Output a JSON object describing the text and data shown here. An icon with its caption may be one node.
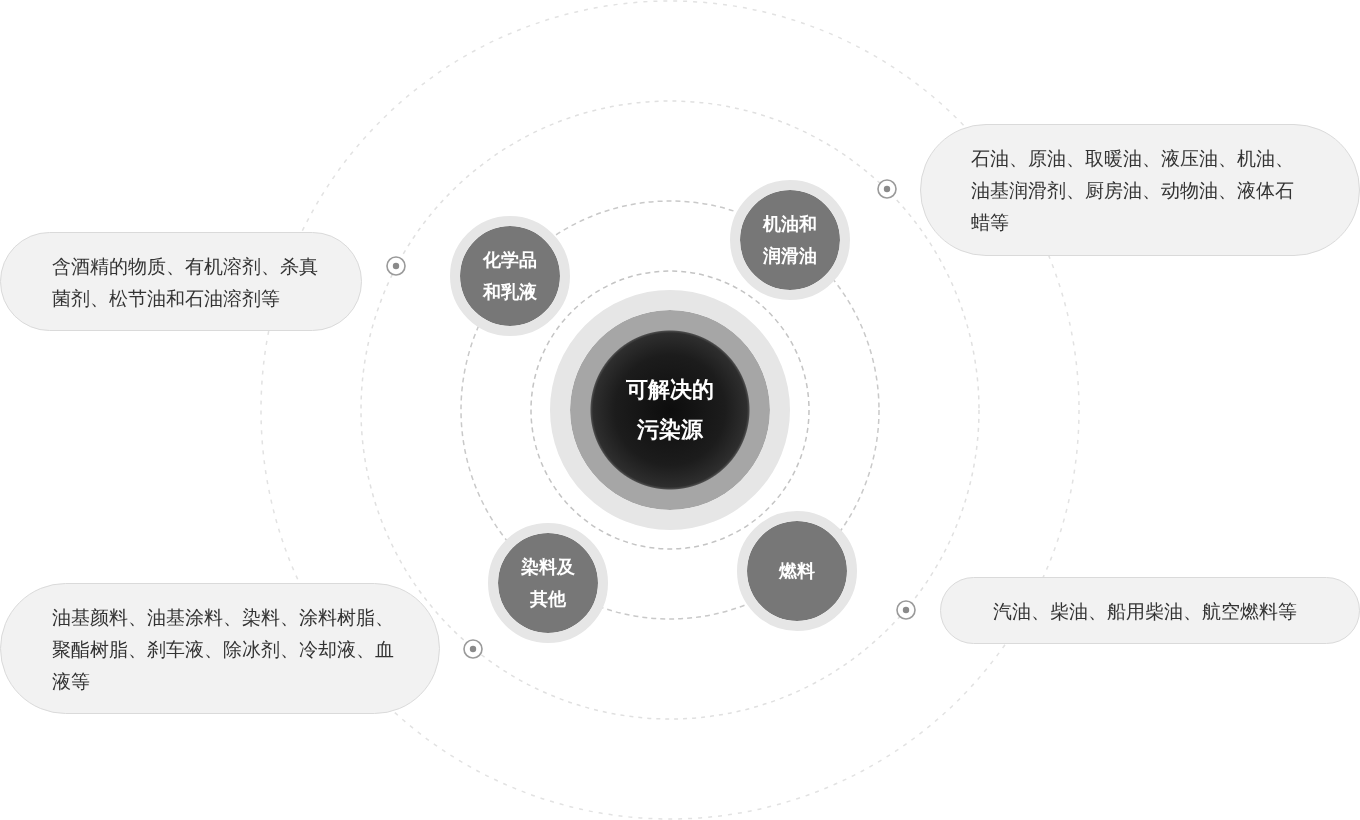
{
  "diagram": {
    "nodes": [
      {
        "text": [
          "可解决的污染源"
        ]
      },
      {
        "text": [
          "化学品和乳液"
        ]
      },
      {
        "text": [
          "机油和润滑油"
        ]
      },
      {
        "text": [
          "染料及其他"
        ]
      },
      {
        "text": [
          "燃料"
        ]
      },
      {
        "text": [
          "含酒精的物质、有机溶剂、杀真菌剂、松节油和石油溶剂等"
        ]
      },
      {
        "text": [
          "石油、原油、取暖油、液压油、机油、油基润滑剂、厨房油、动物油、液体石蜡等"
        ]
      },
      {
        "text": [
          "油基颜料、油基涂料、染料、涂料树脂、聚酯树脂、刹车液、除冰剂、冷却液、血液等"
        ]
      },
      {
        "text": [
          "汽油、柴油、船用柴油、航空燃料等"
        ]
      }
    ]
  }
}
